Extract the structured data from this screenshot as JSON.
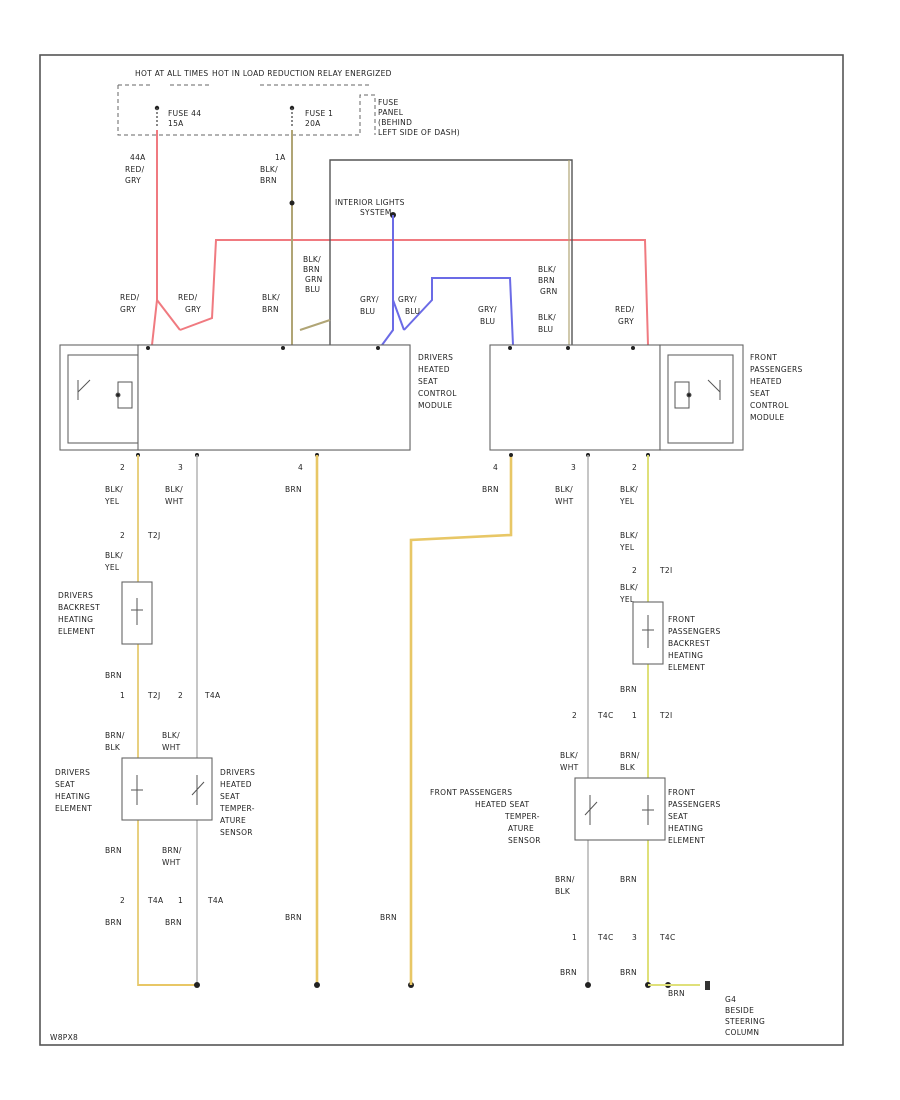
{
  "diagram": {
    "top_power": {
      "hot_at_all_times": "HOT AT ALL TIMES",
      "hot_in_load_reduction": "HOT IN LOAD REDUCTION RELAY ENERGIZED",
      "fuse_44_a": "FUSE 44",
      "fuse_44_b": "15A",
      "fuse_1_a": "FUSE 1",
      "fuse_1_b": "20A",
      "fuse_panel": [
        "FUSE",
        "PANEL",
        "(BEHIND",
        "LEFT SIDE OF DASH)"
      ],
      "wire_44": [
        "44A",
        "RED/",
        "GRY"
      ],
      "wire_1": [
        "1A",
        "BLK/",
        "BRN"
      ]
    },
    "interior_lights": [
      "INTERIOR LIGHTS",
      "SYSTEM"
    ],
    "wire_labels": {
      "red_gry_1": [
        "RED/",
        "GRY"
      ],
      "red_gry_2": [
        "RED/",
        "GRY"
      ],
      "blk_brn_1": [
        "BLK/",
        "BRN"
      ],
      "blk_brn_grn": [
        "BLK/",
        "BRN",
        "GRN",
        "BLU"
      ],
      "gry_blu_1": [
        "GRY/",
        "BLU"
      ],
      "gry_blu_2": [
        "GRY/",
        "BLU"
      ],
      "gry_blu_3": [
        "GRY/",
        "BLU"
      ],
      "blk_brn_grn_r": [
        "BLK/",
        "BRN",
        "GRN",
        "BLK/",
        "BLU"
      ],
      "red_gry_r": [
        "RED/",
        "GRY"
      ]
    },
    "drivers_module": [
      "DRIVERS",
      "HEATED",
      "SEAT",
      "CONTROL",
      "MODULE"
    ],
    "front_pass_module": [
      "FRONT",
      "PASSENGERS",
      "HEATED",
      "SEAT",
      "CONTROL",
      "MODULE"
    ],
    "pins_left": {
      "p2": "2",
      "p3": "3",
      "p4": "4"
    },
    "pins_right": {
      "p4": "4",
      "p3": "3",
      "p2": "2"
    },
    "wires_left": {
      "blk_yel": [
        "BLK/",
        "YEL"
      ],
      "blk_wht": [
        "BLK/",
        "WHT"
      ],
      "brn": "BRN",
      "t2j": "T2J",
      "t2j_pin": "2",
      "blk_yel2": [
        "BLK/",
        "YEL"
      ],
      "backrest": [
        "DRIVERS",
        "BACKREST",
        "HEATING",
        "ELEMENT"
      ],
      "brn2": "BRN",
      "conn_mid": [
        "1",
        "T2J",
        "2",
        "T4A"
      ],
      "brn_blk": [
        "BRN/",
        "BLK"
      ],
      "blk_wht2": [
        "BLK/",
        "WHT"
      ],
      "seat_heat": [
        "DRIVERS",
        "SEAT",
        "HEATING",
        "ELEMENT"
      ],
      "temp_sensor": [
        "DRIVERS",
        "HEATED",
        "SEAT",
        "TEMPER-",
        "ATURE",
        "SENSOR"
      ],
      "brn3": "BRN",
      "brn_wht": [
        "BRN/",
        "WHT"
      ],
      "conn_bot": [
        "2",
        "T4A",
        "1",
        "T4A"
      ],
      "brn4": "BRN",
      "brn5": "BRN",
      "brn6": "BRN",
      "brn7": "BRN"
    },
    "wires_right": {
      "brn": "BRN",
      "blk_wht": [
        "BLK/",
        "WHT"
      ],
      "blk_yel": [
        "BLK/",
        "YEL"
      ],
      "blk_yel2": [
        "BLK/",
        "YEL"
      ],
      "t2i": "T2I",
      "pin2": "2",
      "blk_yel3": [
        "BLK/",
        "YEL"
      ],
      "backrest": [
        "FRONT",
        "PASSENGERS",
        "BACKREST",
        "HEATING",
        "ELEMENT"
      ],
      "brn2": "BRN",
      "conn_mid": [
        "2",
        "T4C",
        "1",
        "T2I"
      ],
      "blk_wht2": [
        "BLK/",
        "WHT"
      ],
      "brn_blk": [
        "BRN/",
        "BLK"
      ],
      "temp_sensor": [
        "FRONT PASSENGERS",
        "HEATED SEAT",
        "TEMPER-",
        "ATURE",
        "SENSOR"
      ],
      "seat_heat": [
        "FRONT",
        "PASSENGERS",
        "SEAT",
        "HEATING",
        "ELEMENT"
      ],
      "brn_blk2": [
        "BRN/",
        "BLK"
      ],
      "brn3": "BRN",
      "conn_bot": [
        "1",
        "T4C",
        "3",
        "T4C"
      ],
      "brn4": "BRN",
      "brn5": "BRN",
      "brn6": "BRN",
      "ground": [
        "G4",
        "BESIDE",
        "STEERING",
        "COLUMN"
      ]
    },
    "footer_id": "W8PX8"
  }
}
